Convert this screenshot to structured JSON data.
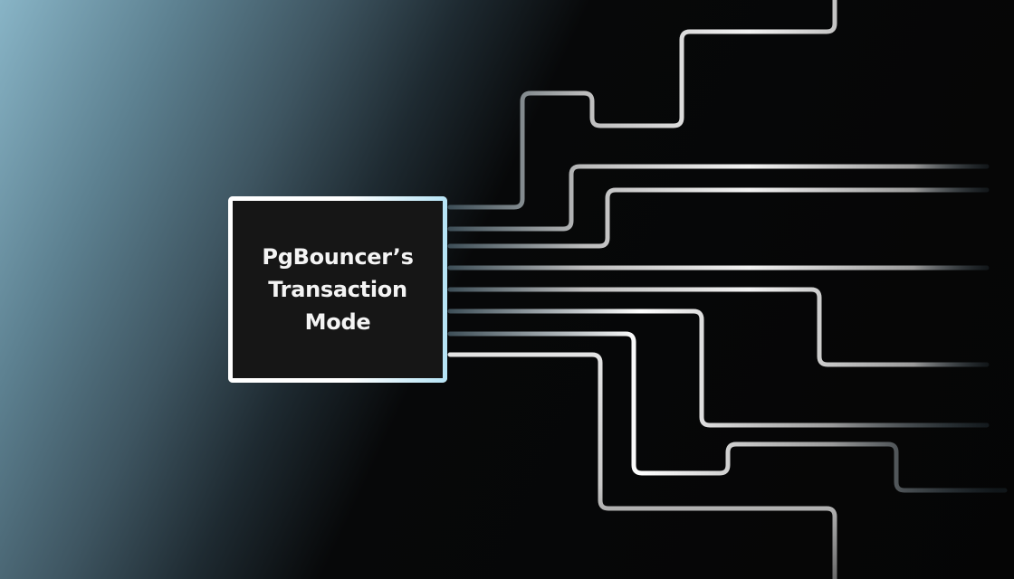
{
  "chip": {
    "lines": [
      "PgBouncer’s",
      "Transaction",
      "Mode"
    ]
  },
  "colors": {
    "background_dark": "#050505",
    "background_glow": "#88b4c6",
    "chip_fill": "#161616",
    "chip_border": "#ffffff",
    "chip_border_accent": "#b5e3f5",
    "trace": "#ffffff"
  }
}
